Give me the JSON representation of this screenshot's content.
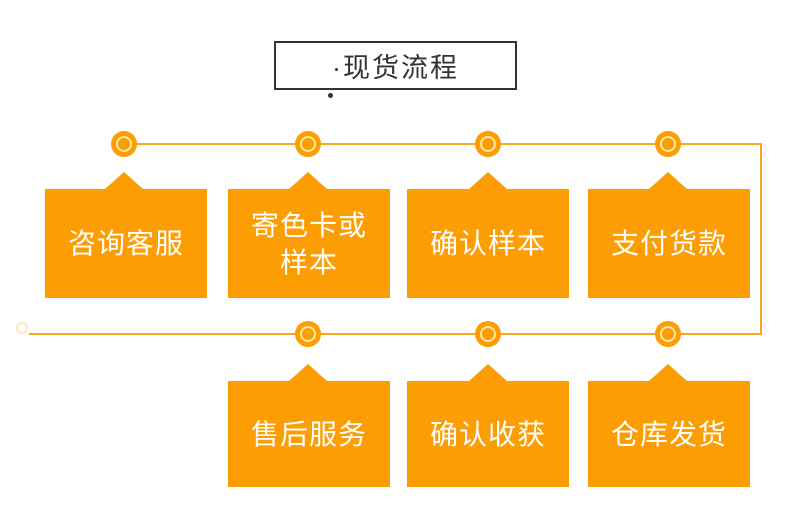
{
  "title": {
    "label": "·现货流程"
  },
  "decor": {
    "stray_dot": "·"
  },
  "colors": {
    "step_orange": "#FC9D03",
    "rail_orange": "#F7A623",
    "node_ring": "#FFE9A6",
    "title_ink": "#333333",
    "step_text": "#FFFFFF",
    "background": "#FFFFFF"
  },
  "flow": {
    "row1": {
      "steps": [
        {
          "label": "咨询客服"
        },
        {
          "label": "寄色卡或样本"
        },
        {
          "label": "确认样本"
        },
        {
          "label": "支付货款"
        }
      ]
    },
    "row2": {
      "steps": [
        {
          "label": "售后服务"
        },
        {
          "label": "确认收获"
        },
        {
          "label": "仓库发货"
        }
      ]
    }
  }
}
